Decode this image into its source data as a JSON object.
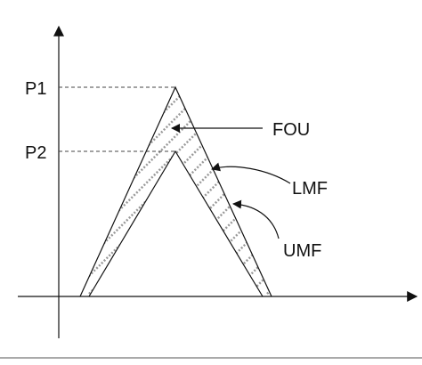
{
  "labels": {
    "p1": "P1",
    "p2": "P2",
    "fou": "FOU",
    "lmf": "LMF",
    "umf": "UMF"
  },
  "colors": {
    "line": "#111111",
    "guide": "#444444",
    "hatch": "#9a9a9a",
    "background": "#ffffff"
  }
}
